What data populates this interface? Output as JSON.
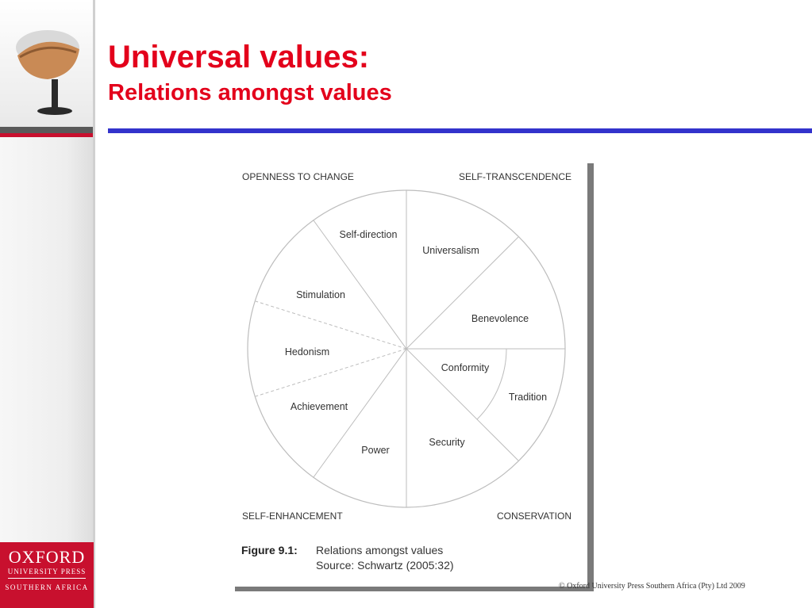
{
  "slide": {
    "title": "Universal values:",
    "subtitle": "Relations amongst values",
    "copyright": "© Oxford University Press Southern Africa (Pty) Ltd 2009"
  },
  "logo": {
    "line1": "OXFORD",
    "line2": "UNIVERSITY PRESS",
    "line3": "SOUTHERN AFRICA"
  },
  "figure": {
    "quadrants": {
      "top_left": "OPENNESS TO CHANGE",
      "top_right": "SELF-TRANSCENDENCE",
      "bottom_left": "SELF-ENHANCEMENT",
      "bottom_right": "CONSERVATION"
    },
    "values": {
      "self_direction": "Self-direction",
      "universalism": "Universalism",
      "stimulation": "Stimulation",
      "benevolence": "Benevolence",
      "hedonism": "Hedonism",
      "conformity": "Conformity",
      "tradition": "Tradition",
      "achievement": "Achievement",
      "security": "Security",
      "power": "Power"
    },
    "caption_label": "Figure 9.1:",
    "caption_text": "Relations amongst values",
    "caption_source": "Source: Schwartz (2005:32)"
  },
  "colors": {
    "title_red": "#e3001b",
    "rule_blue": "#3333cc",
    "logo_red": "#c8102e"
  }
}
